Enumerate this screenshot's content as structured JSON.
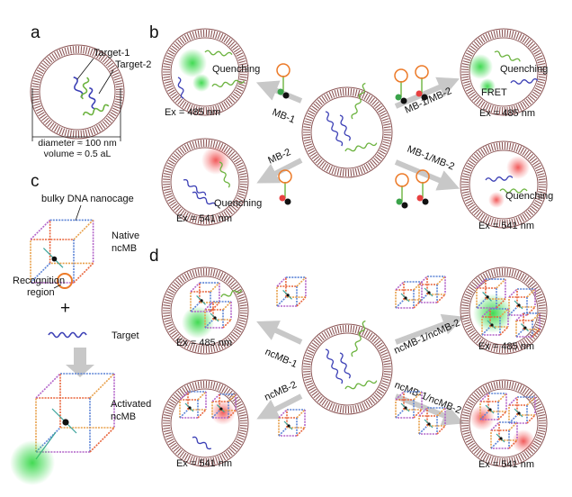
{
  "panels": {
    "a": "a",
    "b": "b",
    "c": "c",
    "d": "d"
  },
  "panel_a": {
    "target1": "Target-1",
    "target2": "Target-2",
    "diameter": "diameter ≈ 100 nm",
    "volume": "volume ≈ 0.5 aL"
  },
  "panel_b": {
    "quenching": "Quenching",
    "fret": "FRET",
    "mb1": "MB-1",
    "mb2": "MB-2",
    "mb12": "MB-1/MB-2",
    "ex485": "Ex = 485 nm",
    "ex541": "Ex = 541 nm"
  },
  "panel_c": {
    "cage": "bulky DNA nanocage",
    "native1": "Native",
    "native2": "ncMB",
    "recog1": "Recognition",
    "recog2": "region",
    "plus": "+",
    "target": "Target",
    "act1": "Activated",
    "act2": "ncMB"
  },
  "panel_d": {
    "ncmb1": "ncMB-1",
    "ncmb2": "ncMB-2",
    "ncmb12": "ncMB-1/ncMB-2",
    "ex485": "Ex = 485 nm",
    "ex541": "Ex = 541 nm"
  },
  "colors": {
    "membrane": "#8c5656",
    "target1": "#3b3fb5",
    "target2": "#6cb33f",
    "loop": "#ec7a28",
    "green_glow": "#38d84a",
    "red_glow": "#f04848",
    "arrow": "#c8c8c8"
  }
}
